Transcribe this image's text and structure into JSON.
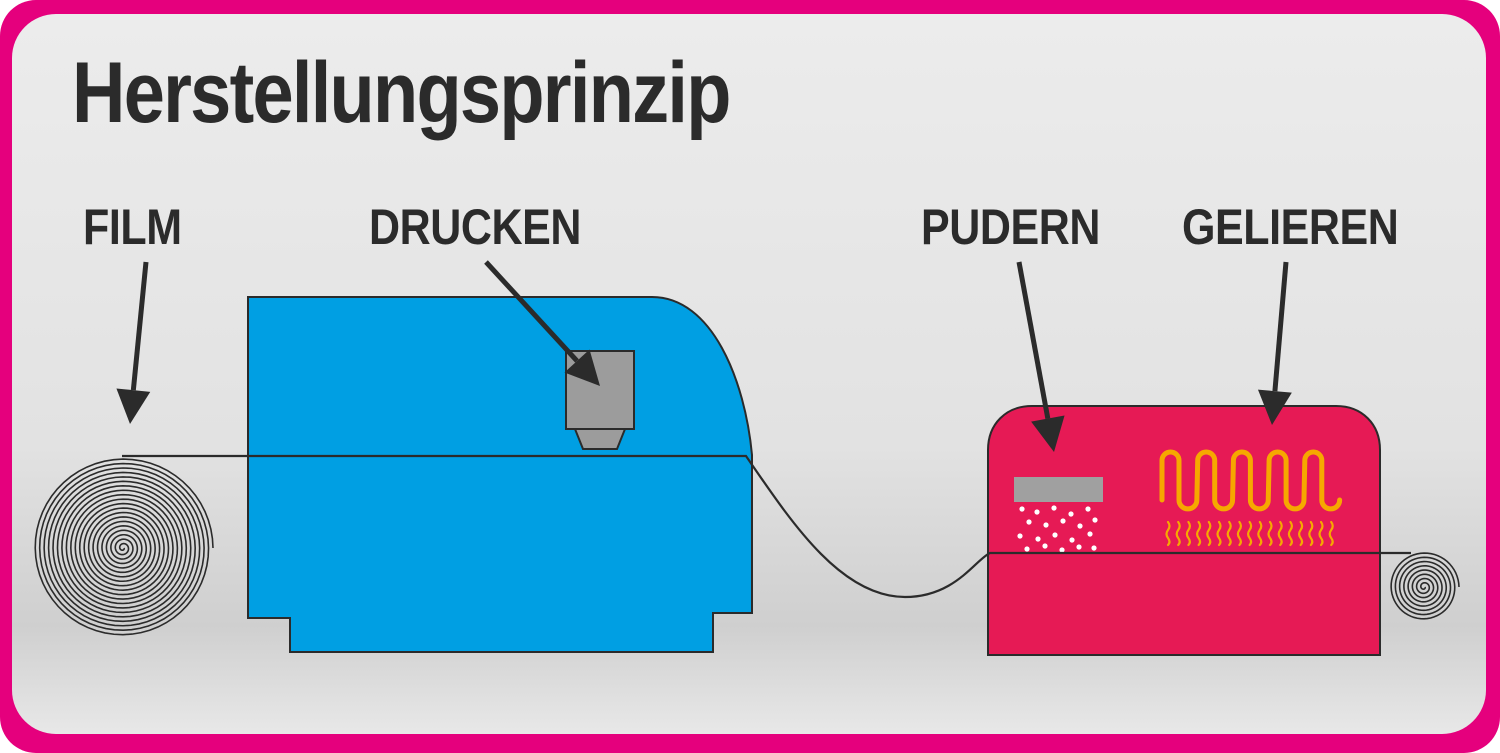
{
  "title": "Herstellungsprinzip",
  "steps": {
    "film": "FILM",
    "drucken": "DRUCKEN",
    "pudern": "PUDERN",
    "gelieren": "GELIEREN"
  },
  "colors": {
    "frame": "#e5007d",
    "background": "#e6e7e7",
    "printer": "#009fe3",
    "oven": "#e61a55",
    "print_head": "#9c9c9c",
    "powder_bar": "#a0a0a0",
    "heater": "#f6a800",
    "line": "#2b2b2b"
  }
}
